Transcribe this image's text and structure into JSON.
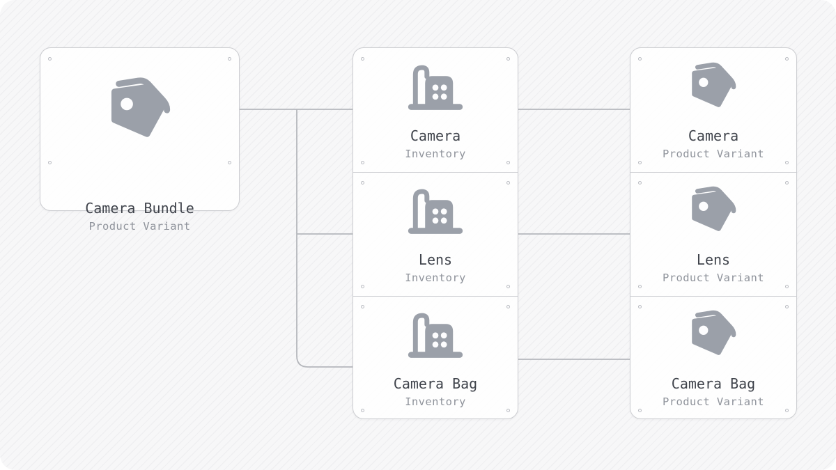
{
  "diagram": {
    "nodes": [
      {
        "id": "camera-bundle-variant",
        "title": "Camera Bundle",
        "subtitle": "Product Variant",
        "icon": "tags-icon"
      },
      {
        "id": "camera-inventory",
        "title": "Camera",
        "subtitle": "Inventory",
        "icon": "warehouse-icon"
      },
      {
        "id": "lens-inventory",
        "title": "Lens",
        "subtitle": "Inventory",
        "icon": "warehouse-icon"
      },
      {
        "id": "camera-bag-inventory",
        "title": "Camera Bag",
        "subtitle": "Inventory",
        "icon": "warehouse-icon"
      },
      {
        "id": "camera-variant",
        "title": "Camera",
        "subtitle": "Product Variant",
        "icon": "tags-icon"
      },
      {
        "id": "lens-variant",
        "title": "Lens",
        "subtitle": "Product Variant",
        "icon": "tags-icon"
      },
      {
        "id": "camera-bag-variant",
        "title": "Camera Bag",
        "subtitle": "Product Variant",
        "icon": "tags-icon"
      }
    ],
    "edges": [
      {
        "from": "camera-bundle-variant",
        "to": "camera-inventory"
      },
      {
        "from": "camera-bundle-variant",
        "to": "lens-inventory"
      },
      {
        "from": "camera-bundle-variant",
        "to": "camera-bag-inventory"
      },
      {
        "from": "camera-inventory",
        "to": "camera-variant"
      },
      {
        "from": "lens-inventory",
        "to": "lens-variant"
      },
      {
        "from": "camera-bag-inventory",
        "to": "camera-bag-variant"
      }
    ],
    "colors": {
      "canvas_background": "#f7f7f8",
      "hatch_line": "#ececef",
      "card_background": "#fdfdfe",
      "card_border": "#cccdd1",
      "connector_line": "#b5b7bc",
      "icon_fill": "#9ba0a9",
      "title_text": "#3f434b",
      "subtitle_text": "#8f939b"
    }
  }
}
